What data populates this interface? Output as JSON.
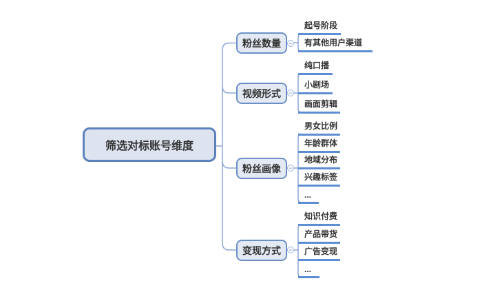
{
  "canvas": {
    "background": "#ffffff"
  },
  "colors": {
    "root_border": "#5c81bd",
    "root_fill": "#dde4f0",
    "branch_border": "#6c90c6",
    "branch_fill": "#e4eaf4",
    "connector_line": "#8ba7d8",
    "leaf_underline": "#5d8dd3",
    "text": "#333333"
  },
  "icons": {
    "collapse_glyph": "−"
  },
  "mindmap": {
    "root": {
      "label": "筛选对标账号维度"
    },
    "branches": [
      {
        "label": "粉丝数量",
        "children": [
          {
            "label": "起号阶段"
          },
          {
            "label": "有其他用户渠道"
          }
        ]
      },
      {
        "label": "视频形式",
        "children": [
          {
            "label": "纯口播"
          },
          {
            "label": "小剧场"
          },
          {
            "label": "画面剪辑"
          }
        ]
      },
      {
        "label": "粉丝画像",
        "children": [
          {
            "label": "男女比例"
          },
          {
            "label": "年龄群体"
          },
          {
            "label": "地域分布"
          },
          {
            "label": "兴趣标签"
          },
          {
            "label": "..."
          }
        ]
      },
      {
        "label": "变现方式",
        "children": [
          {
            "label": "知识付费"
          },
          {
            "label": "产品带货"
          },
          {
            "label": "广告变现"
          },
          {
            "label": "..."
          }
        ]
      }
    ]
  }
}
